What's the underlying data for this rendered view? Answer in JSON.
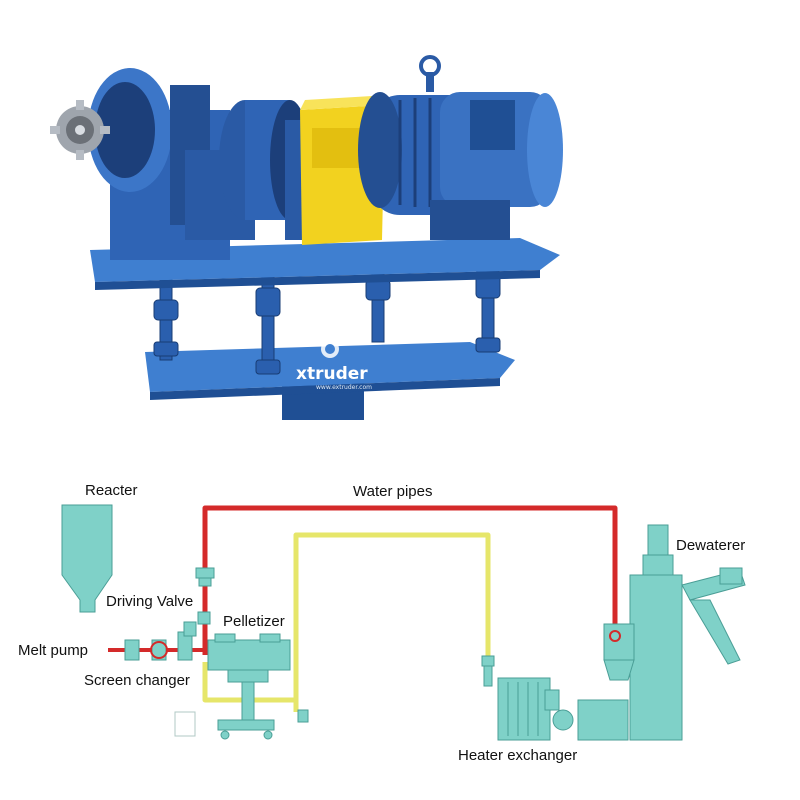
{
  "photo": {
    "logo_text": "xtruder",
    "logo_subtext": "www.extruder.com"
  },
  "diagram": {
    "labels": {
      "reacter": "Reacter",
      "water_pipes": "Water pipes",
      "dewaterer": "Dewaterer",
      "driving_valve": "Driving Valve",
      "pelletizer": "Pelletizer",
      "melt_pump": "Melt pump",
      "screen_changer": "Screen changer",
      "heater_exchanger": "Heater exchanger"
    },
    "colors": {
      "equipment": "#7fd1c8",
      "equipment_stroke": "#4a9e96",
      "hot_water_pipe": "#d42a2a",
      "cold_water_pipe": "#e6e66a",
      "machine_blue": "#2f64b5",
      "machine_dark": "#1c3f7a",
      "motor_guard": "#f2d21f"
    }
  }
}
